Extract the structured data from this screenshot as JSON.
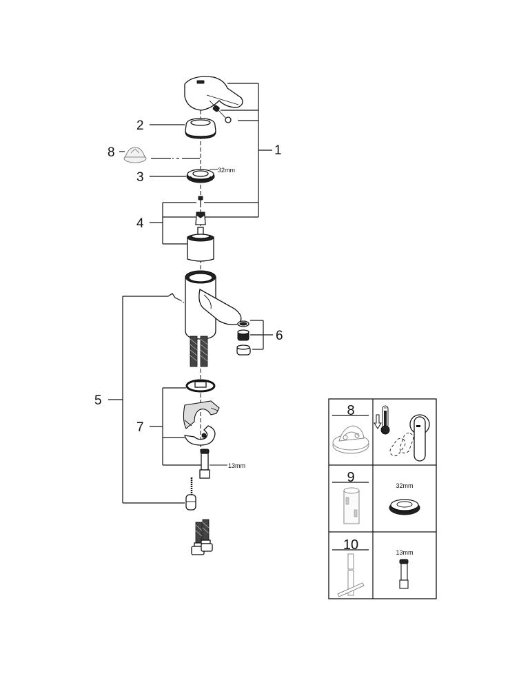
{
  "diagram": {
    "type": "exploded-parts-view",
    "subject": "single-lever basin mixer faucet",
    "callouts": [
      {
        "id": "1",
        "label": "1"
      },
      {
        "id": "2",
        "label": "2"
      },
      {
        "id": "3",
        "label": "3"
      },
      {
        "id": "4",
        "label": "4"
      },
      {
        "id": "5",
        "label": "5"
      },
      {
        "id": "6",
        "label": "6"
      },
      {
        "id": "7",
        "label": "7"
      },
      {
        "id": "8",
        "label": "8"
      }
    ],
    "dimensions": {
      "nut": "32mm",
      "stud": "13mm"
    }
  },
  "legend": {
    "rows": [
      {
        "number": "8",
        "right": {
          "type": "temperature-limiter-illustration"
        }
      },
      {
        "number": "9",
        "right": {
          "type": "nut",
          "dimension": "32mm"
        }
      },
      {
        "number": "10",
        "right": {
          "type": "stud",
          "dimension": "13mm"
        }
      }
    ]
  }
}
